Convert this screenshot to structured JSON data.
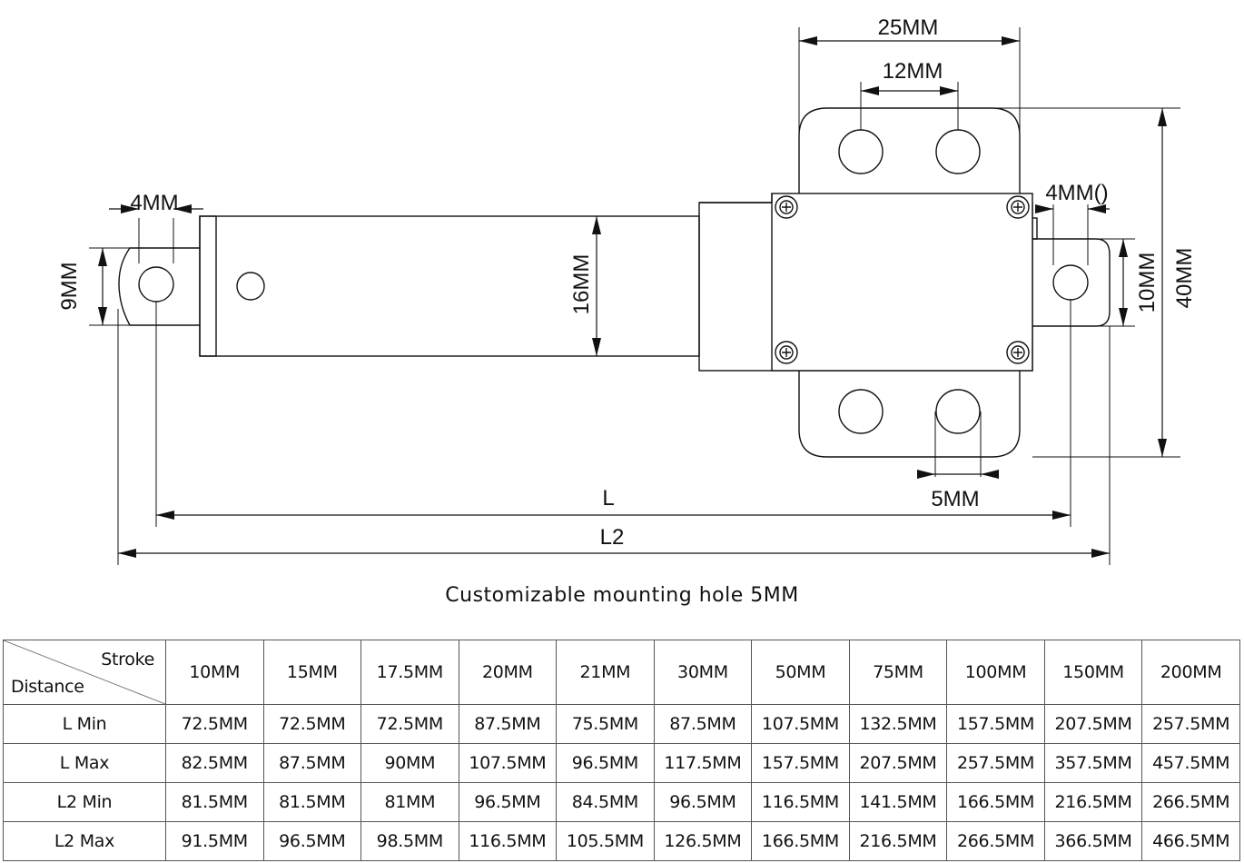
{
  "drawing": {
    "dims": {
      "width_25": "25MM",
      "hole_spacing_12": "12MM",
      "hole_4_left": "4MM",
      "hole_4_right": "4MM()",
      "height_9": "9MM",
      "body_16": "16MM",
      "height_10": "10MM",
      "height_40": "40MM",
      "hole_5": "5MM",
      "length_L": "L",
      "length_L2": "L2"
    }
  },
  "caption": "Customizable mounting hole 5MM",
  "table": {
    "corner_top": "Stroke",
    "corner_bottom": "Distance",
    "strokes": [
      "10MM",
      "15MM",
      "17.5MM",
      "20MM",
      "21MM",
      "30MM",
      "50MM",
      "75MM",
      "100MM",
      "150MM",
      "200MM"
    ],
    "rows": [
      {
        "label": "L Min",
        "values": [
          "72.5MM",
          "72.5MM",
          "72.5MM",
          "87.5MM",
          "75.5MM",
          "87.5MM",
          "107.5MM",
          "132.5MM",
          "157.5MM",
          "207.5MM",
          "257.5MM"
        ]
      },
      {
        "label": "L Max",
        "values": [
          "82.5MM",
          "87.5MM",
          "90MM",
          "107.5MM",
          "96.5MM",
          "117.5MM",
          "157.5MM",
          "207.5MM",
          "257.5MM",
          "357.5MM",
          "457.5MM"
        ]
      },
      {
        "label": "L2 Min",
        "values": [
          "81.5MM",
          "81.5MM",
          "81MM",
          "96.5MM",
          "84.5MM",
          "96.5MM",
          "116.5MM",
          "141.5MM",
          "166.5MM",
          "216.5MM",
          "266.5MM"
        ]
      },
      {
        "label": "L2 Max",
        "values": [
          "91.5MM",
          "96.5MM",
          "98.5MM",
          "116.5MM",
          "105.5MM",
          "126.5MM",
          "166.5MM",
          "216.5MM",
          "266.5MM",
          "366.5MM",
          "466.5MM"
        ]
      }
    ]
  }
}
